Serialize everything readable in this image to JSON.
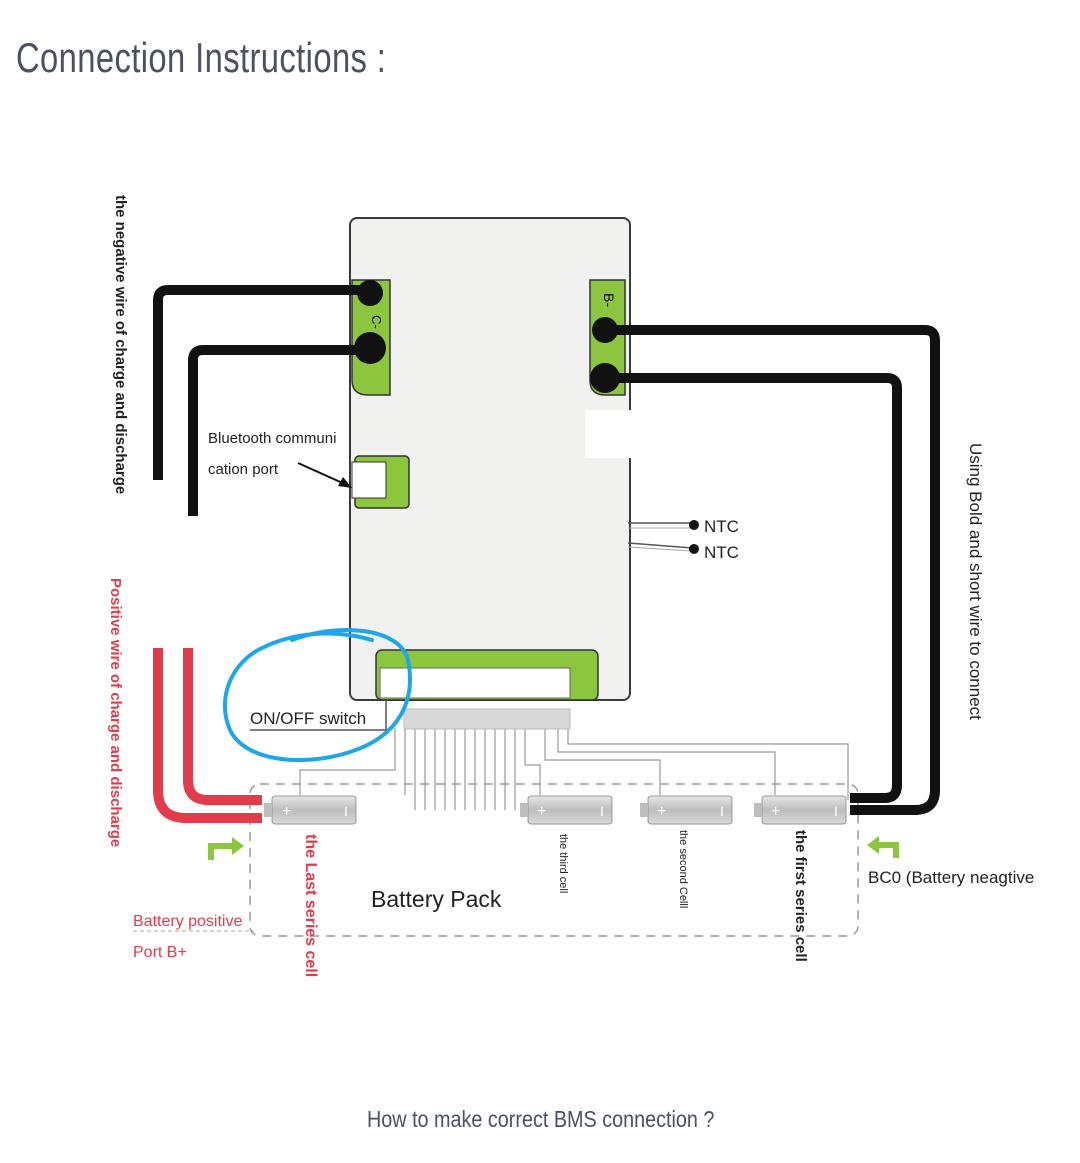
{
  "page": {
    "heading": "Connection Instructions :",
    "caption": "How to make correct BMS connection ?"
  },
  "diagram": {
    "labels": {
      "left_negative": "the negative wire of charge and discharge",
      "left_positive": "Positive wire of charge and discharge",
      "bluetooth_line1": "Bluetooth communi",
      "bluetooth_line2": "cation port",
      "onoff": "ON/OFF switch",
      "ntc1": "NTC",
      "ntc2": "NTC",
      "terminal_c": "C-",
      "terminal_b": "B-",
      "battery_pack": "Battery Pack",
      "battery_pos_line1": "Battery positive",
      "battery_pos_line2": "Port B+",
      "bc0": "BC0 (Battery neagtive",
      "right_vertical": "Using Bold and short wire to connect",
      "last_cell": "the Last series cell",
      "third_cell": "the third cell",
      "second_cell": "the second Celll",
      "first_cell": "the first series cell",
      "plus": "+",
      "minus": "I"
    },
    "colors": {
      "heading": "#4a5260",
      "wire_black": "#111111",
      "wire_red": "#e23b4a",
      "board": "#f1f2f0",
      "pad_green": "#8cc63f",
      "arrow_green": "#8cc63f",
      "circle_blue": "#1ea6e6",
      "cell_gray": "#c8c8c8",
      "label_red": "#e23b4a"
    }
  }
}
